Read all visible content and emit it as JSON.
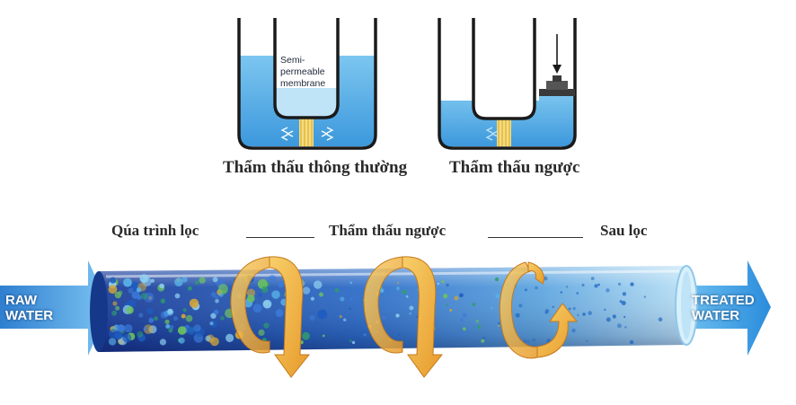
{
  "beakers": [
    {
      "caption": "Thẩm thấu thông thường",
      "membrane_label": "Semi-\npermeable\nmembrane"
    },
    {
      "caption": "Thẩm thấu ngược"
    }
  ],
  "stages": [
    {
      "label": "Qúa trình lọc"
    },
    {
      "label": "Thẩm thấu ngược"
    },
    {
      "label": "Sau lọc"
    }
  ],
  "inlet": {
    "label": "RAW\nWATER"
  },
  "outlet": {
    "label": "TREATED\nWATER"
  },
  "colors": {
    "water": "#4da8e4",
    "membrane": "#e8c24c",
    "pipe_dark": "#1a4fb0",
    "pipe_light": "#9fd0ee",
    "swirl": "#f2b340",
    "arrow": "#3aa6e0"
  }
}
